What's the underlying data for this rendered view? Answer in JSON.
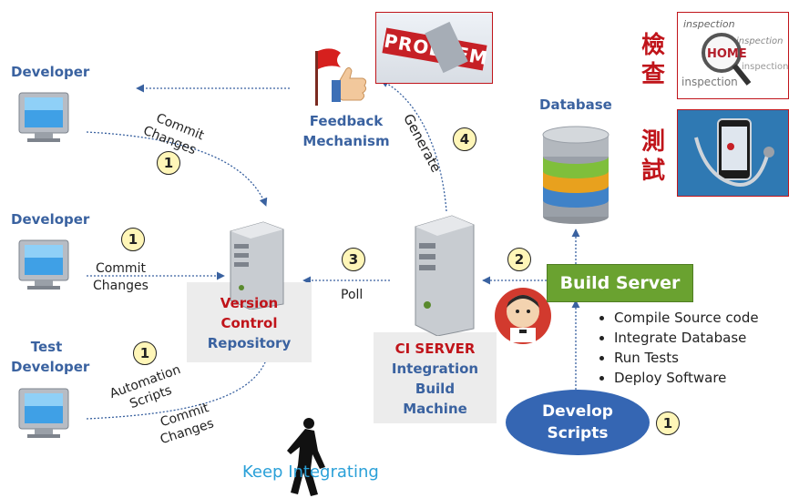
{
  "developers": [
    {
      "label": "Developer"
    },
    {
      "label": "Developer"
    },
    {
      "label_line1": "Test",
      "label_line2": "Developer"
    }
  ],
  "commit_top": {
    "line1": "Commit",
    "line2": "Changes",
    "step": "1"
  },
  "commit_mid": {
    "line1": "Commit",
    "line2": "Changes",
    "step": "1"
  },
  "automation": {
    "line1": "Automation",
    "line2": "Scripts",
    "step": "1"
  },
  "commit_bottom": {
    "line1": "Commit",
    "line2": "Changes"
  },
  "vcs": {
    "line1": "Version",
    "line2": "Control",
    "line3": "Repository"
  },
  "poll": {
    "label": "Poll",
    "step": "3"
  },
  "ci": {
    "line1": "CI SERVER",
    "line2": "Integration",
    "line3": "Build",
    "line4": "Machine"
  },
  "feedback": {
    "line1": "Feedback",
    "line2": "Mechanism",
    "problem_text": "PROBLEM"
  },
  "generate": {
    "label": "Generate",
    "step": "4"
  },
  "database": {
    "label": "Database"
  },
  "build_server": {
    "label": "Build Server",
    "step": "2"
  },
  "build_tasks": [
    "Compile Source code",
    "Integrate Database",
    "Run Tests",
    "Deploy Software"
  ],
  "develop_scripts": {
    "line1": "Develop",
    "line2": "Scripts",
    "step": "1"
  },
  "right_labels": {
    "inspect": "檢查",
    "test": "測試"
  },
  "keep": {
    "label": "Keep Integrating"
  },
  "colors": {
    "accent_blue": "#3a62a0",
    "red": "#c0141a",
    "green": "#6aa230",
    "badge": "#fff6b8"
  }
}
